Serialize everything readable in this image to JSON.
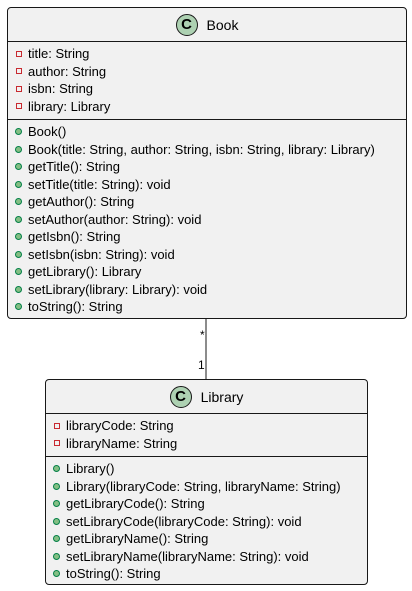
{
  "book": {
    "name": "Book",
    "stereotype_icon": "C",
    "attributes": [
      "title: String",
      "author: String",
      "isbn: String",
      "library: Library"
    ],
    "methods": [
      "Book()",
      "Book(title: String, author: String, isbn: String, library: Library)",
      "getTitle(): String",
      "setTitle(title: String): void",
      "getAuthor(): String",
      "setAuthor(author: String): void",
      "getIsbn(): String",
      "setIsbn(isbn: String): void",
      "getLibrary(): Library",
      "setLibrary(library: Library): void",
      "toString(): String"
    ]
  },
  "library": {
    "name": "Library",
    "stereotype_icon": "C",
    "attributes": [
      "libraryCode: String",
      "libraryName: String"
    ],
    "methods": [
      "Library()",
      "Library(libraryCode: String, libraryName: String)",
      "getLibraryCode(): String",
      "setLibraryCode(libraryCode: String): void",
      "getLibraryName(): String",
      "setLibraryName(libraryName: String): void",
      "toString(): String"
    ]
  },
  "association": {
    "book_end_multiplicity": "*",
    "library_end_multiplicity": "1"
  },
  "colors": {
    "box_fill": "#f1f1f1",
    "border": "#181818",
    "class_icon": "#add1b2",
    "private_marker": "#c82930",
    "public_marker": "#84be84"
  }
}
